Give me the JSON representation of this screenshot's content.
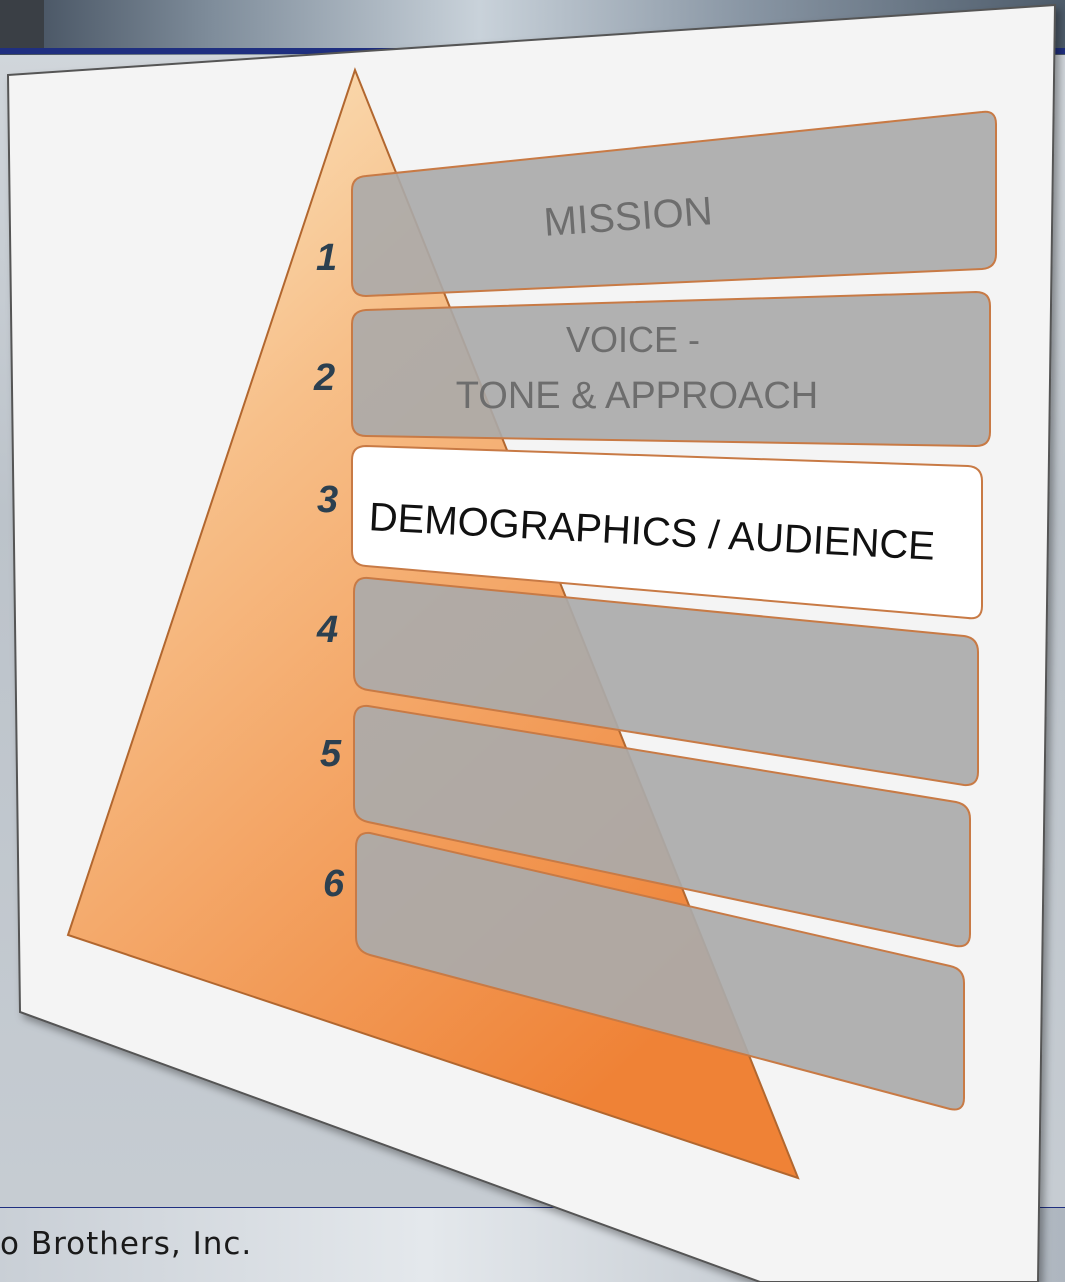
{
  "footer": {
    "company": "o Brothers, Inc."
  },
  "numbers": [
    "1",
    "2",
    "3",
    "4",
    "5",
    "6"
  ],
  "bars": [
    {
      "line1": "MISSION",
      "line2": "",
      "highlighted": false
    },
    {
      "line1": "VOICE -",
      "line2": "TONE & APPROACH",
      "highlighted": false
    },
    {
      "line1": "DEMOGRAPHICS / AUDIENCE",
      "line2": "",
      "highlighted": true
    },
    {
      "line1": "",
      "line2": "",
      "highlighted": false
    },
    {
      "line1": "",
      "line2": "",
      "highlighted": false
    },
    {
      "line1": "",
      "line2": "",
      "highlighted": false
    }
  ],
  "colors": {
    "bar_gray": "#aaaaaa",
    "bar_highlight": "#ffffff",
    "bar_border": "#c87a45",
    "triangle_light": "#fbe2bd",
    "triangle_dark": "#f08535",
    "number_color": "#2c4050",
    "text_gray": "#6d6d6d",
    "text_dark": "#111111",
    "accent_blue": "#1f2f80"
  }
}
